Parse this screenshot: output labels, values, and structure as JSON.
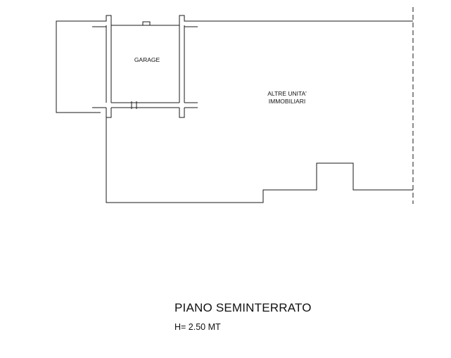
{
  "rooms": {
    "garage": {
      "label": "GARAGE"
    },
    "other_units": {
      "line1": "ALTRE UNITA'",
      "line2": "IMMOBILIARI"
    }
  },
  "floor": {
    "title": "PIANO SEMINTERRATO",
    "height": "H= 2.50 MT"
  }
}
